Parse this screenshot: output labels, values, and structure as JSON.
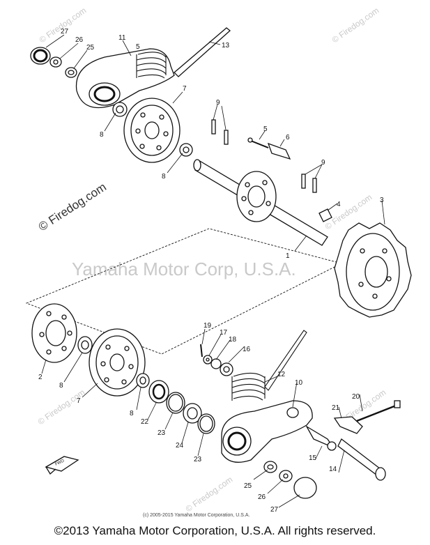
{
  "watermarks": {
    "center": "Yamaha Motor Corp, U.S.A.",
    "firedog_left": "© Firedog.com",
    "firedog_tile": "© Firedog.com"
  },
  "small_copyright": "(c) 2005-2015 Yamaha Motor Corporation, U.S.A.",
  "footer_copyright": "©2013 Yamaha Motor Corporation, U.S.A. All rights reserved.",
  "front_marker": "FWD",
  "callouts": [
    {
      "id": "c27a",
      "text": "27"
    },
    {
      "id": "c26a",
      "text": "26"
    },
    {
      "id": "c25a",
      "text": "25"
    },
    {
      "id": "c11",
      "text": "11"
    },
    {
      "id": "c5a",
      "text": "5"
    },
    {
      "id": "c13",
      "text": "13"
    },
    {
      "id": "c7a",
      "text": "7"
    },
    {
      "id": "c8a",
      "text": "8"
    },
    {
      "id": "c8b",
      "text": "8"
    },
    {
      "id": "c9a",
      "text": "9"
    },
    {
      "id": "c5b",
      "text": "5"
    },
    {
      "id": "c6",
      "text": "6"
    },
    {
      "id": "c9b",
      "text": "9"
    },
    {
      "id": "c4",
      "text": "4"
    },
    {
      "id": "c3",
      "text": "3"
    },
    {
      "id": "c1",
      "text": "1"
    },
    {
      "id": "c2",
      "text": "2"
    },
    {
      "id": "c8c",
      "text": "8"
    },
    {
      "id": "c7b",
      "text": "7"
    },
    {
      "id": "c8d",
      "text": "8"
    },
    {
      "id": "c22",
      "text": "22"
    },
    {
      "id": "c23a",
      "text": "23"
    },
    {
      "id": "c24",
      "text": "24"
    },
    {
      "id": "c23b",
      "text": "23"
    },
    {
      "id": "c19",
      "text": "19"
    },
    {
      "id": "c17",
      "text": "17"
    },
    {
      "id": "c18",
      "text": "18"
    },
    {
      "id": "c16",
      "text": "16"
    },
    {
      "id": "c12",
      "text": "12"
    },
    {
      "id": "c10",
      "text": "10"
    },
    {
      "id": "c20",
      "text": "20"
    },
    {
      "id": "c21",
      "text": "21"
    },
    {
      "id": "c15",
      "text": "15"
    },
    {
      "id": "c14",
      "text": "14"
    },
    {
      "id": "c25b",
      "text": "25"
    },
    {
      "id": "c26b",
      "text": "26"
    },
    {
      "id": "c27b",
      "text": "27"
    }
  ]
}
